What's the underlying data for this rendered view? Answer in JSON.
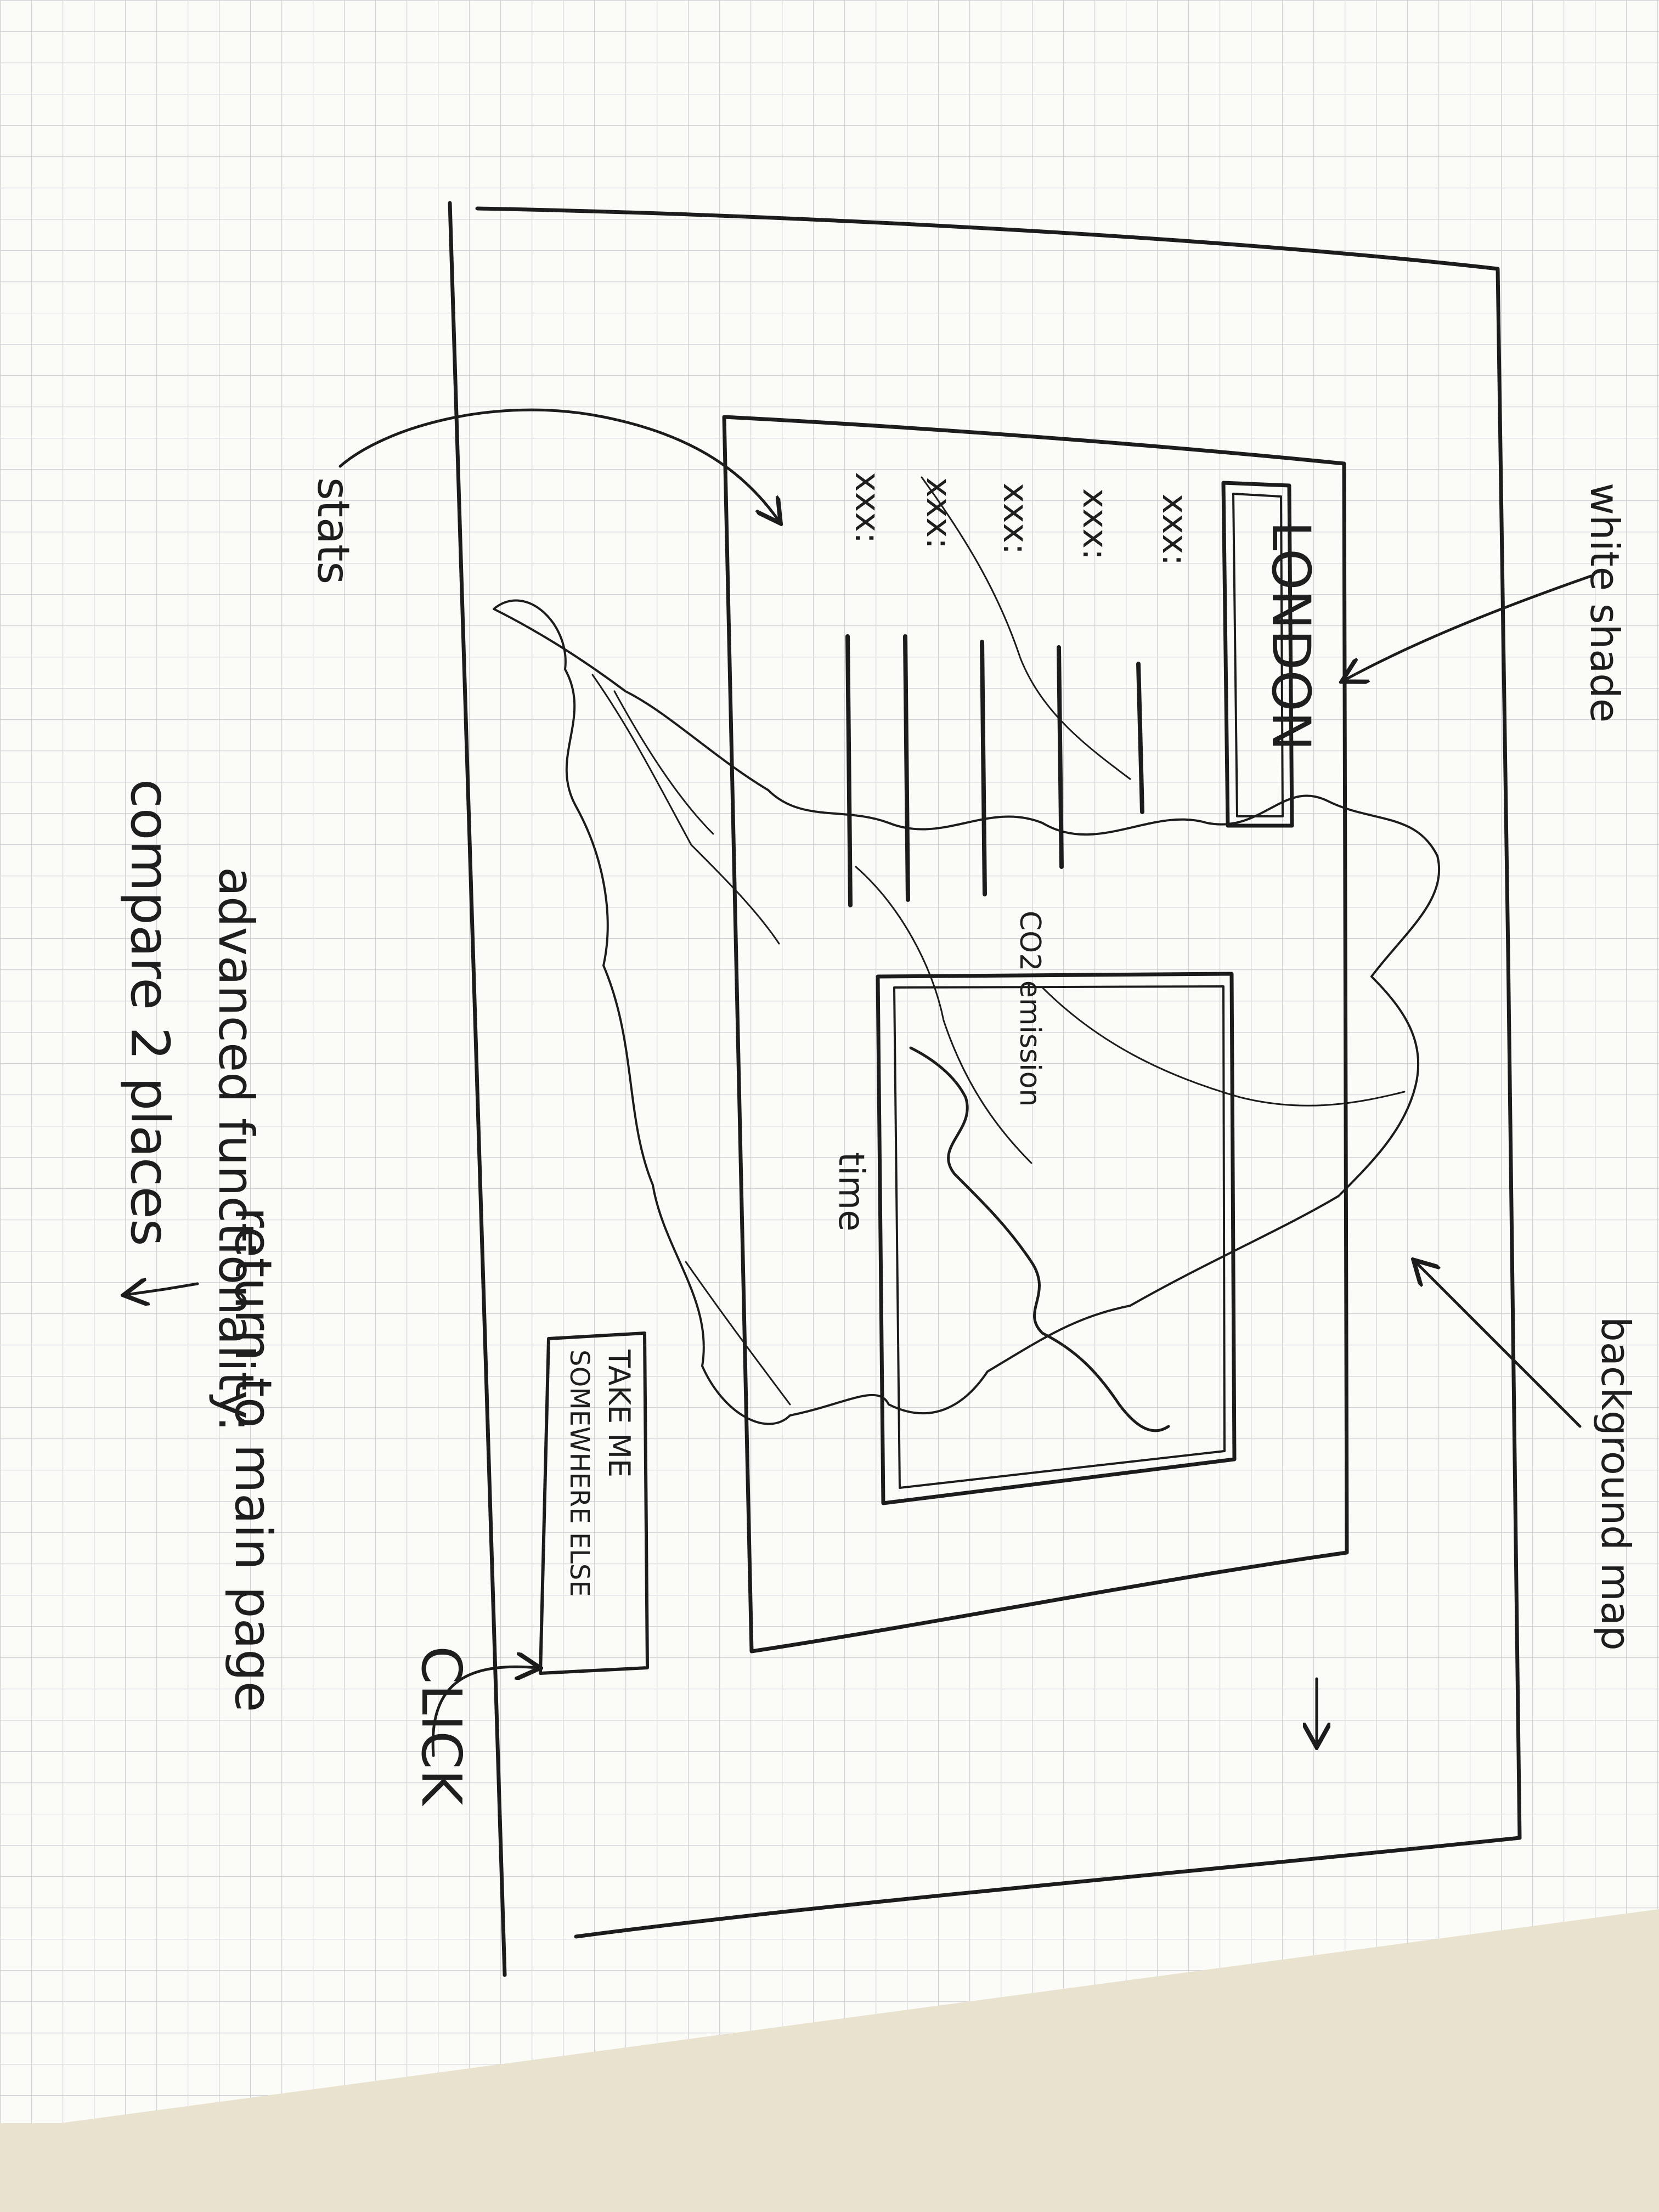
{
  "annotations": {
    "white_shade": "white shade",
    "stats": "stats",
    "background_map": "background map",
    "click": "CLICK",
    "return_to_main_page": "return to main page",
    "advanced_functionality": "advanced functionality:",
    "compare_2_places": "compare 2 places"
  },
  "panel": {
    "city_title": "LONDON",
    "stats_rows": [
      "xxx:",
      "xxx:",
      "xxx:",
      "xxx:",
      "xxx:"
    ],
    "chart_ylabel": "CO2 emission",
    "chart_xlabel": "time"
  },
  "button": {
    "label_line1": "TAKE ME",
    "label_line2": "SOMEWHERE ELSE"
  },
  "colors": {
    "paper": "#fbfbf8",
    "grid": "#cfd3d6",
    "ink": "#1c1c1c",
    "wall": "#e8e2cf"
  }
}
